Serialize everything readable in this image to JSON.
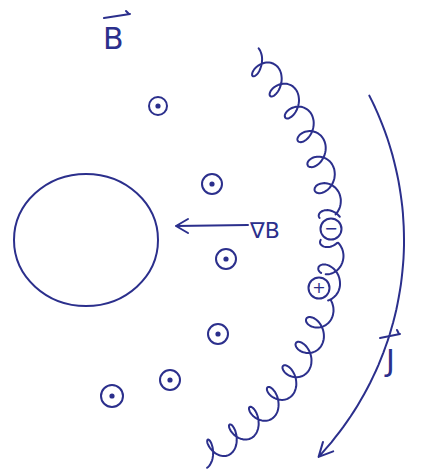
{
  "diagram": {
    "nodes": [
      {
        "text": [
          "−"
        ]
      },
      {
        "text": [
          "+"
        ]
      }
    ],
    "labels": [
      "B",
      "∇B",
      "J"
    ]
  }
}
